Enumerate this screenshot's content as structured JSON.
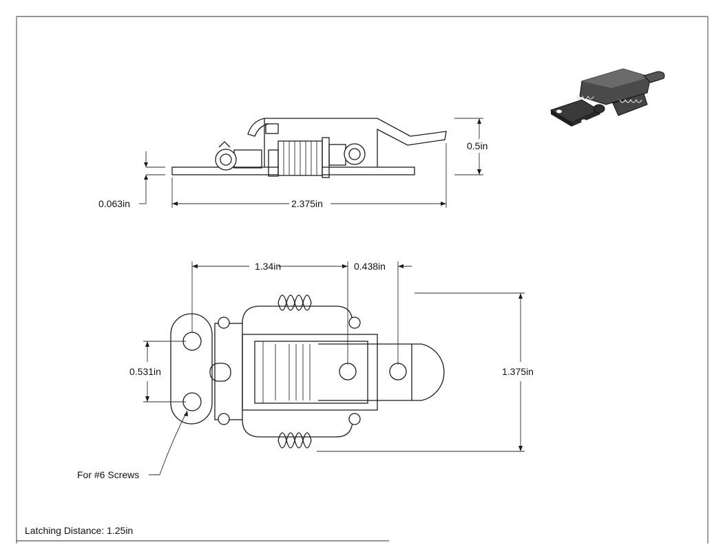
{
  "dimensions": {
    "height_side": "0.5in",
    "plate_thickness": "0.063in",
    "overall_length": "2.375in",
    "hole_to_hole": "1.34in",
    "hole_offset": "0.438in",
    "hole_spacing": "0.531in",
    "overall_width": "1.375in"
  },
  "notes": {
    "screw_callout": "For #6 Screws",
    "latching_distance": "Latching Distance: 1.25in"
  }
}
